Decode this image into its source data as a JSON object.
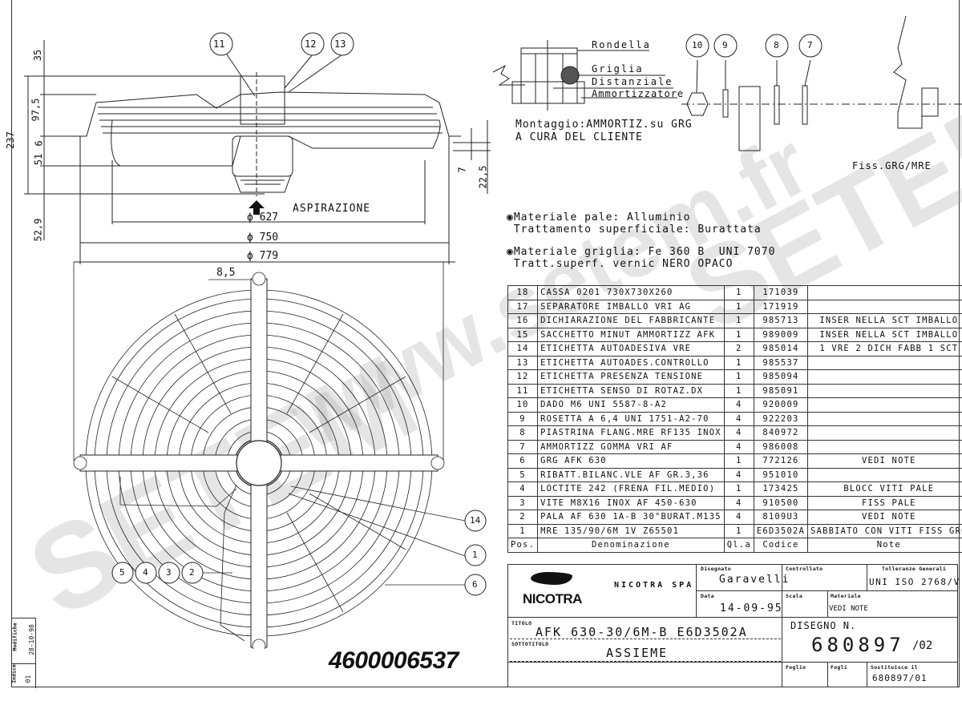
{
  "side_view": {
    "balloons": [
      "11",
      "12",
      "13"
    ],
    "dims_left": [
      "35",
      "97,5",
      "237",
      "6",
      "51",
      "52,9"
    ],
    "dims_right": [
      "7",
      "22,5"
    ],
    "airflow_label": "ASPIRAZIONE",
    "diameters": [
      "ϕ 627",
      "ϕ 750",
      "ϕ 779"
    ]
  },
  "front_view": {
    "dim_top": "8,5",
    "balloons_right": [
      "14",
      "1",
      "6"
    ],
    "balloons_left": [
      "5",
      "4",
      "3",
      "2"
    ]
  },
  "detail": {
    "labels": [
      "Rondella",
      "Griglia",
      "Distanziale",
      "Ammortizzatore"
    ],
    "mounting_line1": "Montaggio:AMMORTIZ.su GRG",
    "mounting_line2": "A CURA DEL CLIENTE",
    "balloons": [
      "10",
      "9",
      "8",
      "7"
    ],
    "fix_label": "Fiss.GRG/MRE"
  },
  "notes": {
    "blade_material": "◉Materiale pale: Alluminio",
    "blade_treatment": " Trattamento superficiale: Burattata",
    "grid_material": "◉Materiale griglia: Fe 360 B  UNI 7070",
    "grid_treatment": " Tratt.superf. vernic NERO OPACO"
  },
  "bom": {
    "rows": [
      {
        "pos": "18",
        "den": "CASSA 0201 730X730X260",
        "qta": "1",
        "cod": "171039",
        "note": ""
      },
      {
        "pos": "17",
        "den": "SEPARATORE IMBALLO VRI AG",
        "qta": "1",
        "cod": "171919",
        "note": ""
      },
      {
        "pos": "16",
        "den": "DICHIARAZIONE DEL FABBRICANTE",
        "qta": "1",
        "cod": "985713",
        "note": "INSER NELLA SCT IMBALLO"
      },
      {
        "pos": "15",
        "den": "SACCHETTO MINUT AMMORTIZZ AFK",
        "qta": "1",
        "cod": "989009",
        "note": "INSER NELLA SCT IMBALLO"
      },
      {
        "pos": "14",
        "den": "ETICHETTA AUTOADESIVA VRE",
        "qta": "2",
        "cod": "985014",
        "note": "1 VRE 2 DICH FABB 1 SCT"
      },
      {
        "pos": "13",
        "den": "ETICHETTA AUTOADES.CONTROLLO",
        "qta": "1",
        "cod": "985537",
        "note": ""
      },
      {
        "pos": "12",
        "den": "ETICHETTA PRESENZA TENSIONE",
        "qta": "1",
        "cod": "985094",
        "note": ""
      },
      {
        "pos": "11",
        "den": "ETICHETTA SENSO DI ROTAZ.DX",
        "qta": "1",
        "cod": "985091",
        "note": ""
      },
      {
        "pos": "10",
        "den": "DADO M6 UNI 5587-8-A2",
        "qta": "4",
        "cod": "920009",
        "note": ""
      },
      {
        "pos": "9",
        "den": "ROSETTA A 6,4 UNI 1751-A2-70",
        "qta": "4",
        "cod": "922203",
        "note": ""
      },
      {
        "pos": "8",
        "den": "PIASTRINA FLANG.MRE RF135 INOX",
        "qta": "4",
        "cod": "840972",
        "note": ""
      },
      {
        "pos": "7",
        "den": "AMMORTIZZ GOMMA VRI AF",
        "qta": "4",
        "cod": "986008",
        "note": ""
      },
      {
        "pos": "6",
        "den": "GRG AFK 630",
        "qta": "1",
        "cod": "772126",
        "note": "VEDI NOTE"
      },
      {
        "pos": "5",
        "den": "RIBATT.BILANC.VLE AF GR.3,36",
        "qta": "4",
        "cod": "951010",
        "note": ""
      },
      {
        "pos": "4",
        "den": "LOCTITE 242 (FRENA FIL.MEDIO)",
        "qta": "1",
        "cod": "173425",
        "note": "BLOCC VITI PALE"
      },
      {
        "pos": "3",
        "den": "VITE M8X16 INOX AF 450-630",
        "qta": "4",
        "cod": "910500",
        "note": "FISS PALE"
      },
      {
        "pos": "2",
        "den": "PALA AF 630 1A-B 30°BURAT.M135",
        "qta": "4",
        "cod": "8109U3",
        "note": "VEDI NOTE"
      },
      {
        "pos": "1",
        "den": "MRE 135/90/6M 1V Z65501",
        "qta": "1",
        "cod": "E6D3502A",
        "note": "SABBIATO CON VITI FISS GRG"
      }
    ],
    "header": {
      "pos": "Pos.",
      "den": "Denominazione",
      "qta": "Ql.a",
      "cod": "Codice",
      "note": "Note"
    }
  },
  "title_block": {
    "logo": "NICOTRA",
    "company": "NICOTRA SPA",
    "drawn_label": "Disegnato",
    "drawn_by": "Garavelli",
    "checked_label": "Controllato",
    "tolerance_label": "Tolleranze Generali",
    "tolerance": "UNI ISO 2768/V",
    "date_label": "Data",
    "date": "14-09-95",
    "scale_label": "Scala",
    "material_label": "Materiale",
    "material": "VEDI NOTE",
    "title_label": "TITOLO",
    "title": "AFK 630-30/6M-B E6D3502A",
    "subtitle_label": "SOTTOTITOLO",
    "subtitle": "ASSIEME",
    "drawing_label": "DISEGNO N.",
    "drawing_number": "680897",
    "revision": "/02",
    "sheet_label": "Foglio",
    "sheets_label": "Fogli",
    "replaces_label": "Sostituisce il",
    "replaces": "680897/01"
  },
  "revision_block": {
    "index_label": "Indice",
    "index": "01",
    "changes_label": "Modifiche",
    "change_date": "28-10-98"
  },
  "part_code": "4600006537",
  "watermarks": [
    "www.setem.fr",
    "SETEM",
    "SETEM",
    "setem.fr"
  ]
}
